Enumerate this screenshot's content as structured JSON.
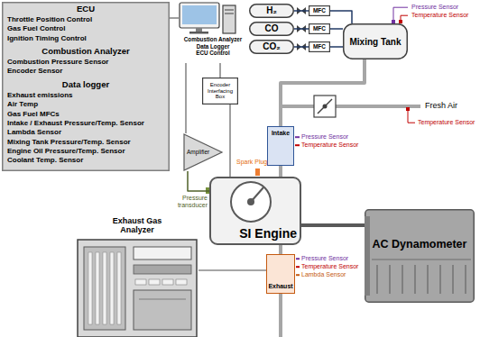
{
  "diagram": {
    "nodes": [
      {
        "text": [
          "ECU",
          "Throttle Position Control",
          "Gas Fuel Control",
          "Ignition Timing Control",
          "Combustion Analyzer",
          "Combustion Pressure Sensor",
          "Encoder Sensor",
          "Data logger",
          "Exhaust emissions",
          "Air Temp",
          "Gas Fuel MFCs",
          "Intake / Exhaust Pressure/Temp. Sensor",
          "Lambda Sensor",
          "Mixing Tank Pressure/Temp. Sensor",
          "Engine Oil Pressure/Temp. Sensor",
          "Coolant Temp. Sensor"
        ]
      },
      {
        "text": [
          "Combustion Analyzer",
          "Data Logger",
          "ECU Control"
        ]
      },
      {
        "text": [
          "Encoder Interfacing Box"
        ]
      },
      {
        "text": [
          "Amplifier"
        ]
      },
      {
        "text": [
          "H₂"
        ]
      },
      {
        "text": [
          "MFC"
        ]
      },
      {
        "text": [
          "CO"
        ]
      },
      {
        "text": [
          "MFC"
        ]
      },
      {
        "text": [
          "CO₂"
        ]
      },
      {
        "text": [
          "MFC"
        ]
      },
      {
        "text": [
          "Mixing Tank"
        ]
      },
      {
        "text": [
          "Intake"
        ]
      },
      {
        "text": [
          "SI Engine"
        ]
      },
      {
        "text": [
          "Exhaust"
        ]
      },
      {
        "text": [
          "AC Dynamometer"
        ]
      },
      {
        "text": [
          "Exhaust Gas Analyzer"
        ]
      }
    ],
    "edges": [
      {
        "from": 0,
        "to": 1,
        "arrow": "none"
      },
      {
        "from": 1,
        "to": 2,
        "arrow": "none"
      },
      {
        "from": 1,
        "to": 3,
        "arrow": "none"
      },
      {
        "from": 2,
        "to": 12,
        "arrow": "none"
      },
      {
        "from": 3,
        "to": 12,
        "arrow": "none"
      },
      {
        "from": 4,
        "to": 5,
        "arrow": "none"
      },
      {
        "from": 6,
        "to": 7,
        "arrow": "none"
      },
      {
        "from": 8,
        "to": 9,
        "arrow": "none"
      },
      {
        "from": 5,
        "to": 10,
        "arrow": "none"
      },
      {
        "from": 7,
        "to": 10,
        "arrow": "none"
      },
      {
        "from": 9,
        "to": 10,
        "arrow": "none"
      },
      {
        "from": 10,
        "to": 11,
        "arrow": "none"
      },
      {
        "from": 11,
        "to": 12,
        "arrow": "none"
      },
      {
        "from": 12,
        "to": 13,
        "arrow": "none"
      },
      {
        "from": 12,
        "to": 14,
        "arrow": "none"
      },
      {
        "from": 13,
        "to": 15,
        "arrow": "none"
      }
    ],
    "labels": [
      "Pressure Sensor",
      "Temperature Sensor",
      "Fresh Air",
      "Temperature Sensor",
      "Pressure Sensor",
      "Temperature Sensor",
      "Spark Plug",
      "Pressure transducer",
      "Pressure Sensor",
      "Temperature Sensor",
      "Lambda Sensor"
    ]
  }
}
